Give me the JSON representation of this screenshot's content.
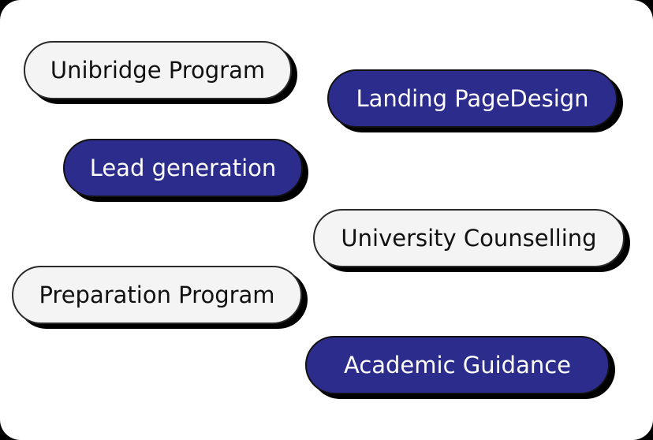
{
  "tags": [
    {
      "label": "Unibridge Program",
      "style": "light"
    },
    {
      "label": "Landing PageDesign",
      "style": "dark"
    },
    {
      "label": "Lead generation",
      "style": "dark"
    },
    {
      "label": "University Counselling",
      "style": "light"
    },
    {
      "label": "Preparation Program",
      "style": "light"
    },
    {
      "label": "Academic Guidance",
      "style": "dark"
    }
  ],
  "colors": {
    "dark_pill": "#2c2c8c",
    "light_pill": "#f4f4f4",
    "card": "#ffffff",
    "shadow": "#000000"
  }
}
